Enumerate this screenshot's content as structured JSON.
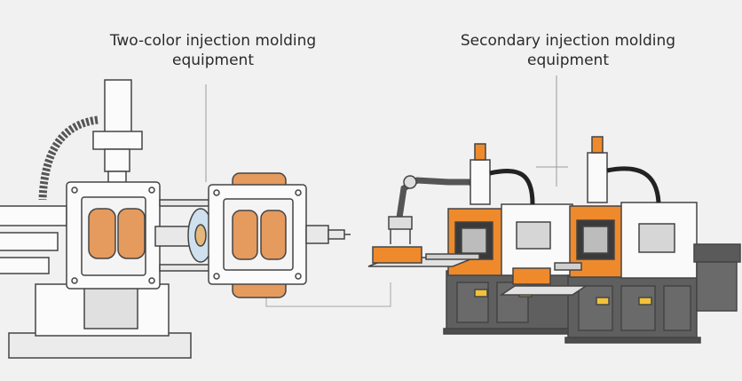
{
  "labels": {
    "left_line1": "Two-color injection molding",
    "left_line2": "equipment",
    "right_line1": "Secondary injection molding",
    "right_line2": "equipment"
  },
  "colors": {
    "accent_orange": "#ef8a2c",
    "mold_orange": "#e59a5e",
    "machine_base_gray": "#5f5f5f",
    "background": "#f1f1f1"
  },
  "icons": [
    "warning-label-icon",
    "status-light-icon"
  ]
}
